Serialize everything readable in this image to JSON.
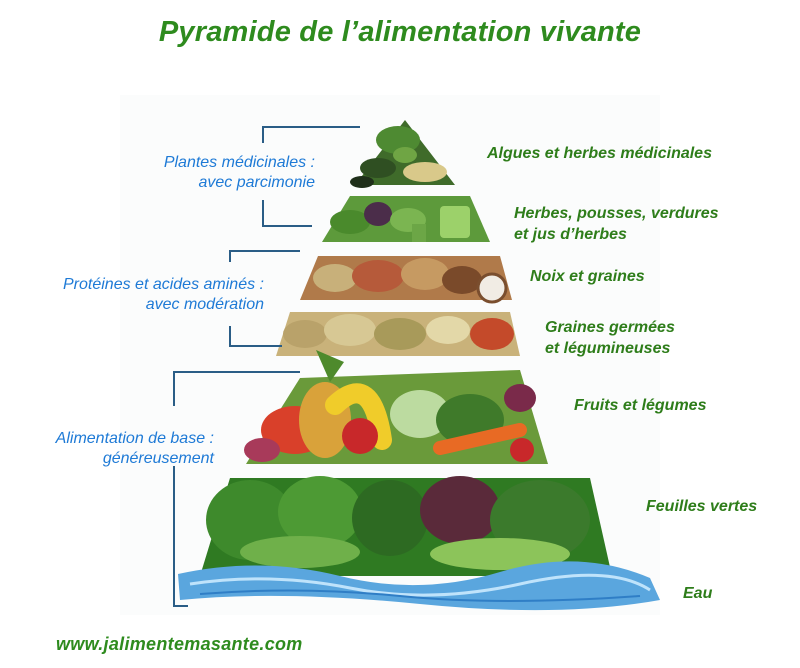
{
  "title": "Pyramide de l’alimentation vivante",
  "groups": [
    {
      "line1": "Plantes médicinales :",
      "line2": "avec parcimonie"
    },
    {
      "line1": "Protéines et acides aminés :",
      "line2": "avec modération"
    },
    {
      "line1": "Alimentation de base :",
      "line2": "généreusement"
    }
  ],
  "tiers": [
    {
      "line1": "Algues et herbes médicinales",
      "line2": ""
    },
    {
      "line1": "Herbes, pousses, verdures",
      "line2": "et jus d’herbes"
    },
    {
      "line1": "Noix et graines",
      "line2": ""
    },
    {
      "line1": "Graines germées",
      "line2": "et légumineuses"
    },
    {
      "line1": "Fruits et légumes",
      "line2": ""
    },
    {
      "line1": "Feuilles vertes",
      "line2": ""
    },
    {
      "line1": "Eau",
      "line2": ""
    }
  ],
  "website": "www.jalimentemasante.com",
  "colors": {
    "title_green": "#2e8b1e",
    "label_blue": "#1e7ad6",
    "bracket_blue": "#2a5d86"
  }
}
